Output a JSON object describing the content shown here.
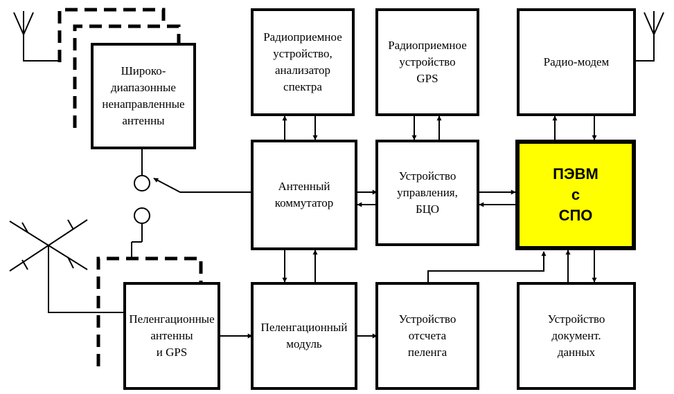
{
  "colors": {
    "line": "#000000",
    "background": "#ffffff",
    "pc_fill": "#ffff00"
  },
  "blocks": {
    "wideband_antennas": "Широко-\nдиапазонные\nненаправленные\nантенны",
    "radio_receiver_analyzer": "Радиоприемное\nустройство,\nанализатор\nспектра",
    "radio_receiver_gps": "Радиоприемное\nустройство\nGPS",
    "radio_modem": "Радио-модем",
    "antenna_switch": "Антенный\nкоммутатор",
    "control_unit": "Устройство\nуправления,\nБЦО",
    "pc": "ПЭВМ\nс\nСПО",
    "df_antennas": "Пеленгационные\nантенны\nи GPS",
    "df_module": "Пеленгационный\nмодуль",
    "bearing_unit": "Устройство\nотсчета\nпеленга",
    "doc_unit": "Устройство\nдокумент.\nданных"
  },
  "icons": [
    "antenna-left-icon",
    "antenna-right-icon",
    "crossed-dipole-antenna-icon",
    "switch-contact-icon"
  ]
}
